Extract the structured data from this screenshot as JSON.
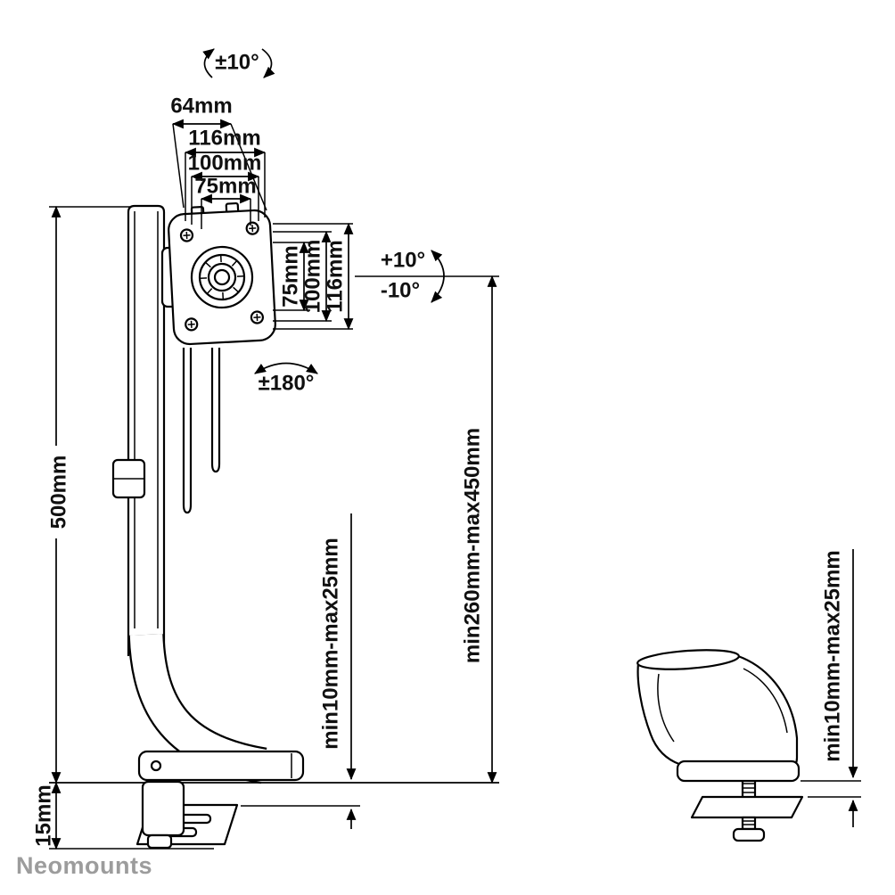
{
  "brand": "Neomounts",
  "dims": {
    "top_rotation": "±10°",
    "depth": "64mm",
    "vesa_w_116": "116mm",
    "vesa_w_100": "100mm",
    "vesa_w_75": "75mm",
    "vesa_h_75": "75mm",
    "vesa_h_100": "100mm",
    "vesa_h_116": "116mm",
    "tilt_up": "+10°",
    "tilt_down": "-10°",
    "swivel": "±180°",
    "column_height": "500mm",
    "desk_thickness": "min10mm-max25mm",
    "height_range": "min260mm-max450mm",
    "base_height": "15mm",
    "desk_thickness_detail": "min10mm-max25mm"
  }
}
